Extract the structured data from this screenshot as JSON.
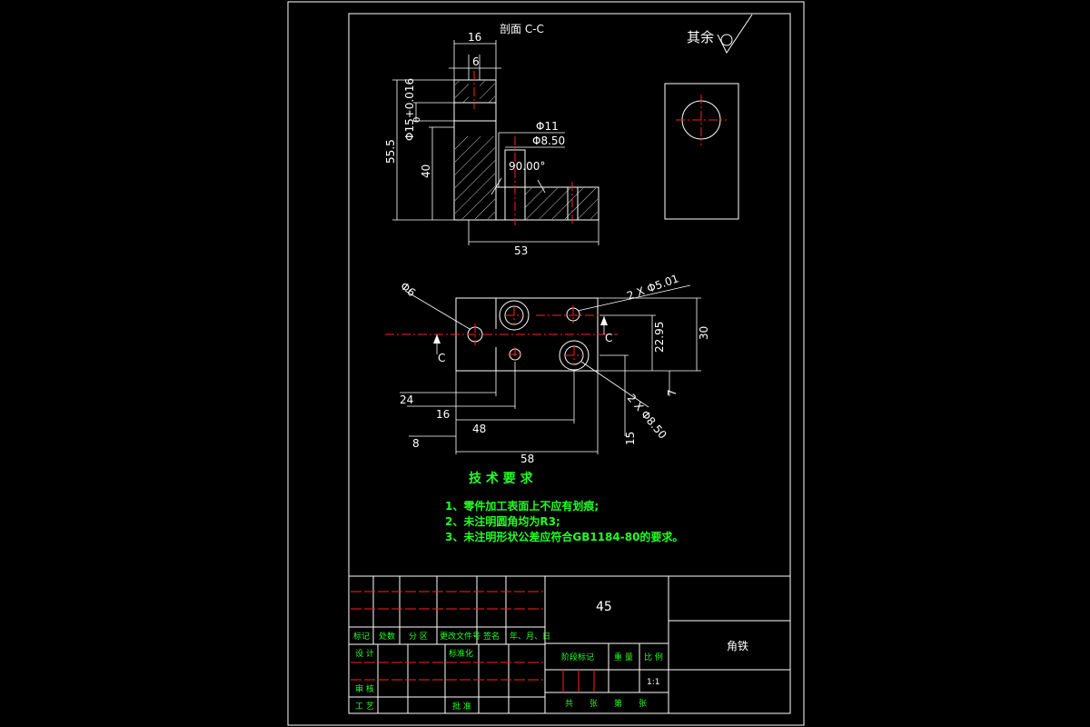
{
  "section_view": {
    "title": "剖面 C-C",
    "dims": {
      "top_width": "16",
      "slot_width": "6",
      "bore_tol": "Φ15+0.016",
      "bore_tol_low": "0",
      "total_height": "55.5",
      "height_40": "40",
      "hole_11": "Φ11",
      "hole_850": "Φ8.50",
      "angle": "90.00°",
      "base_length": "53"
    }
  },
  "roughness": {
    "label": "其余"
  },
  "plan_view": {
    "dims": {
      "dia_6": "Φ6",
      "holes_501": "2 X Φ5.01",
      "holes_850": "2 X Φ8.50",
      "d_2295": "22.95",
      "d_30": "30",
      "d_7": "7",
      "d_24": "24",
      "d_16": "16",
      "d_48": "48",
      "d_8": "8",
      "d_58": "58",
      "d_15": "15",
      "section_mark_left": "C",
      "section_mark_right": "C"
    }
  },
  "tech_requirements": {
    "title": "技 术 要 求",
    "items": [
      "1、零件加工表面上不应有划痕;",
      "2、未注明圆角均为R3;",
      "3、未注明形状公差应符合GB1184-80的要求。"
    ]
  },
  "title_block": {
    "material": "45",
    "part_name": "角铁",
    "header_labels": [
      "标记",
      "处数",
      "分 区",
      "更改文件号",
      "签名",
      "年、月、日"
    ],
    "design": "设 计",
    "standardization": "标准化",
    "review": "审 核",
    "process": "工 艺",
    "approve": "批 准",
    "stage_mark": "阶段标记",
    "weight": "重 量",
    "scale_label": "比 例",
    "scale": "1:1",
    "sheets": "共　　张　　第　　张"
  },
  "colors": {
    "line": "#ffffff",
    "center": "#ff2020",
    "text_green": "#22ff22"
  }
}
